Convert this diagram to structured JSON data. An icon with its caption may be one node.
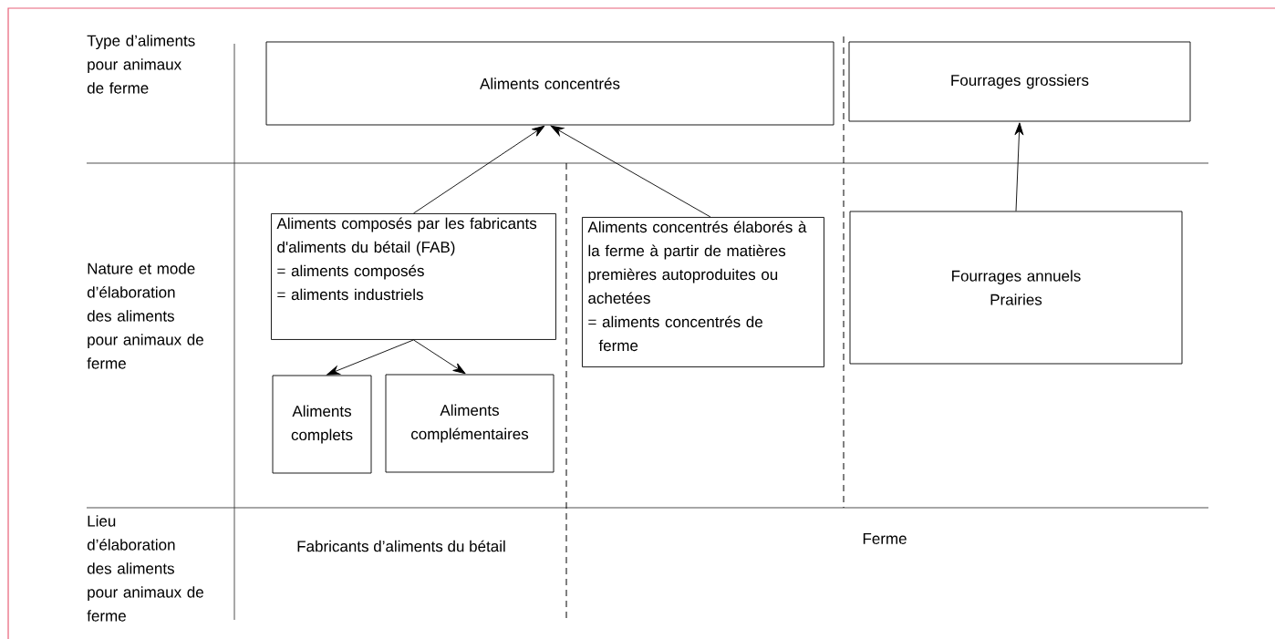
{
  "diagram": {
    "nodes": [
      {
        "text": [
          "Aliments concentrés"
        ]
      },
      {
        "text": [
          "Fourrages grossiers"
        ]
      },
      {
        "text": [
          "Aliments composés par les fabricants d'aliments du bétail (FAB)",
          "= aliments composés",
          "= aliments industriels"
        ]
      },
      {
        "text": [
          "Aliments concentrés élaborés à la ferme à partir de matières premières autoproduites ou achetées",
          "= aliments concentrés de ferme"
        ]
      },
      {
        "text": [
          "Fourrages annuels",
          "Prairies"
        ]
      },
      {
        "text": [
          "Aliments complets"
        ]
      },
      {
        "text": [
          "Aliments complémentaires"
        ]
      }
    ],
    "edges": [
      {
        "from": 2,
        "to": 0,
        "arrow": "to"
      },
      {
        "from": 3,
        "to": 0,
        "arrow": "to"
      },
      {
        "from": 4,
        "to": 1,
        "arrow": "to"
      },
      {
        "from": 2,
        "to": 5,
        "arrow": "to"
      },
      {
        "from": 2,
        "to": 6,
        "arrow": "to"
      }
    ],
    "labels": [
      "Type d’aliments pour animaux de ferme",
      "Nature et mode d’élaboration des aliments pour animaux de ferme",
      "Lieu d’élaboration des aliments pour animaux de ferme",
      "Fabricants d’aliments du bétail",
      "Ferme"
    ]
  }
}
